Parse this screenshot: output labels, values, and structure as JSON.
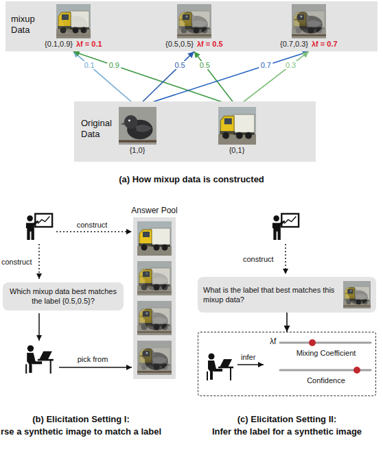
{
  "diagram": {
    "nodes": [
      {
        "text": [
          "mixup Data"
        ]
      },
      {
        "text": [
          "{0.1,0.9}",
          "λf = 0.1"
        ],
        "in": 0
      },
      {
        "text": [
          "{0.5,0.5}",
          "λf = 0.5"
        ],
        "in": 0
      },
      {
        "text": [
          "{0.7,0.3}",
          "λf = 0.7"
        ],
        "in": 0
      },
      {
        "text": [
          "Original Data"
        ]
      },
      {
        "text": [
          "{1,0}"
        ],
        "in": 4
      },
      {
        "text": [
          "{0,1}"
        ],
        "in": 4
      },
      {
        "text": [
          "Which mixup data best matches the label {0.5,0.5}?"
        ]
      },
      {
        "text": [
          "Answer Pool"
        ]
      },
      {
        "text": [
          "What is the label that best matches this mixup data?"
        ]
      },
      {
        "text": [
          "infer",
          "λf",
          "Mixing Coefficient",
          "Confidence"
        ]
      }
    ],
    "edges": [
      {
        "from": 5,
        "to": 1,
        "arrow": "to",
        "label": "0.1"
      },
      {
        "from": 6,
        "to": 1,
        "arrow": "to",
        "label": "0.9"
      },
      {
        "from": 5,
        "to": 2,
        "arrow": "to",
        "label": "0.5"
      },
      {
        "from": 6,
        "to": 2,
        "arrow": "to",
        "label": "0.5"
      },
      {
        "from": 5,
        "to": 3,
        "arrow": "to",
        "label": "0.7"
      },
      {
        "from": 6,
        "to": 3,
        "arrow": "to",
        "label": "0.3"
      },
      {
        "from": 9,
        "to": 10,
        "arrow": "to"
      }
    ],
    "labels": [
      "(a) How mixup data is constructed",
      "construct",
      "construct",
      "pick from",
      "(b) Elicitation Setting I:",
      "rse a synthetic image to match a label",
      "construct",
      "(c) Elicitation Setting II:",
      "Infer the label for a synthetic image"
    ]
  }
}
